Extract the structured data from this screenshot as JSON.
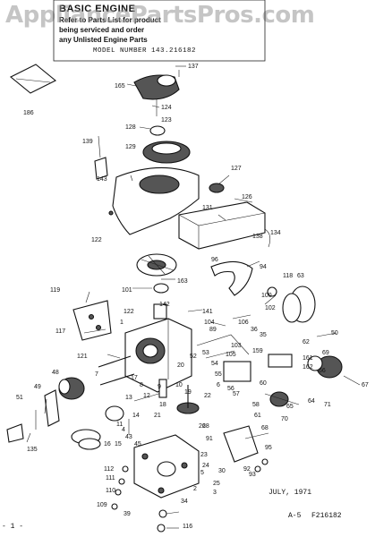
{
  "header": {
    "title": "BASIC ENGINE",
    "line1": "Refer to Parts List for product",
    "line2": "being serviced and order",
    "line3": "any Unlisted Engine Parts",
    "model": "MODEL NUMBER 143.216182"
  },
  "watermark": "AppliancePartsPros.com",
  "footer": {
    "date": "JULY, 1971",
    "page": "A-5",
    "fig": "F216182",
    "page_mark": "- 1 -"
  },
  "callouts": {
    "c186": "186",
    "c137": "137",
    "c165": "165",
    "c124": "124",
    "c123": "123",
    "c128": "128",
    "c129": "129",
    "c139": "139",
    "c143": "143",
    "c127": "127",
    "c126": "126",
    "c131": "131",
    "c122": "122",
    "c138": "138",
    "c134": "134",
    "c96": "96",
    "c94": "94",
    "c119": "119",
    "c163": "163",
    "c101": "101",
    "c118": "118",
    "c63": "63",
    "c100": "100",
    "c102": "102",
    "c142": "142",
    "c122b": "122",
    "c141": "141",
    "c104": "104",
    "c89": "89",
    "c1": "1",
    "c117": "117",
    "c106": "106",
    "c36": "36",
    "c35": "35",
    "c103": "103",
    "c105": "105",
    "c159": "159",
    "c53": "53",
    "c54": "54",
    "c55": "55",
    "c6": "6",
    "c121": "121",
    "c20": "20",
    "c52": "52",
    "c60": "60",
    "c50": "50",
    "c62": "62",
    "c161": "161",
    "c162": "162",
    "c69": "69",
    "c66": "66",
    "c67": "67",
    "c48": "48",
    "c49": "49",
    "c7": "7",
    "c17": "17",
    "c8": "8",
    "c9": "9",
    "c10": "10",
    "c19": "19",
    "c12": "12",
    "c22": "22",
    "c56": "56",
    "c57": "57",
    "c65": "65",
    "c64": "64",
    "c71": "71",
    "c51": "51",
    "c13": "13",
    "c18": "18",
    "c21": "21",
    "c26": "26",
    "c58": "58",
    "c61": "61",
    "c14": "14",
    "c11": "11",
    "c4": "4",
    "c43": "43",
    "c28": "28",
    "c16": "16",
    "c15": "15",
    "c45": "45",
    "c91": "91",
    "c95": "95",
    "c135": "135",
    "c23": "23",
    "c24": "24",
    "c25": "25",
    "c112": "112",
    "c111": "111",
    "c110": "110",
    "c109": "109",
    "c39": "39",
    "c34": "34",
    "c116": "116",
    "c92": "92",
    "c93": "93",
    "c68": "68",
    "c70": "70",
    "c30": "30",
    "c5": "5",
    "c3": "3",
    "c2": "2"
  }
}
